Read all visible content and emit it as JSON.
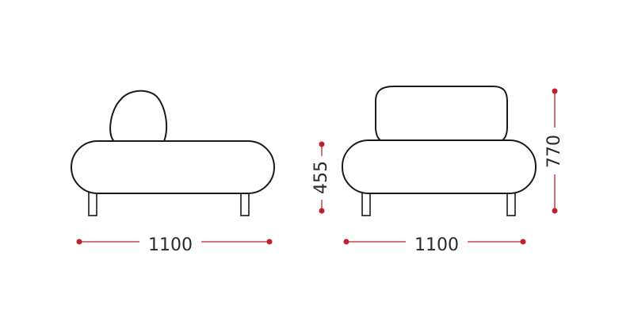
{
  "dimensions": {
    "left_width": "1100",
    "right_width": "1100",
    "seat_height": "455",
    "total_height": "770"
  },
  "colors": {
    "dimension": "#c0202a",
    "outline": "#1a1a1a",
    "text": "#2a2a2a"
  }
}
